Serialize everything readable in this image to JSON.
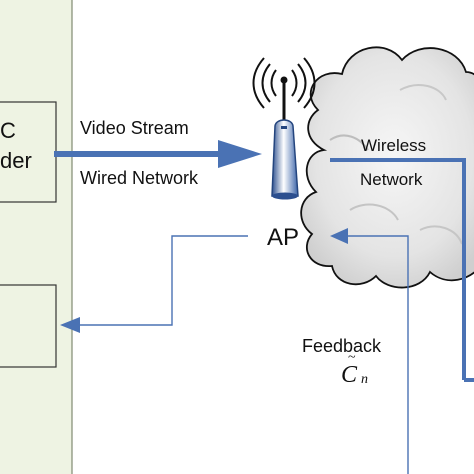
{
  "labels": {
    "box_top_line1": "C",
    "box_top_line2": "der",
    "video_stream": "Video Stream",
    "wired_network": "Wired Network",
    "wireless": "Wireless",
    "network": "Network",
    "ap": "AP",
    "feedback": "Feedback",
    "cn_tilde": "~",
    "cn_main": "C",
    "cn_sub": "n"
  },
  "colors": {
    "panel_fill": "#eef3e3",
    "panel_border": "#808a72",
    "box_border": "#333333",
    "arrow_blue": "#4a72b4",
    "cloud_fill": "#e9e9e9",
    "cloud_stroke": "#111111",
    "antenna": "#111111"
  },
  "icons": {
    "ap_device": "wireless-access-point-icon",
    "cloud": "cloud-icon",
    "signal_waves": "wifi-signal-icon"
  }
}
